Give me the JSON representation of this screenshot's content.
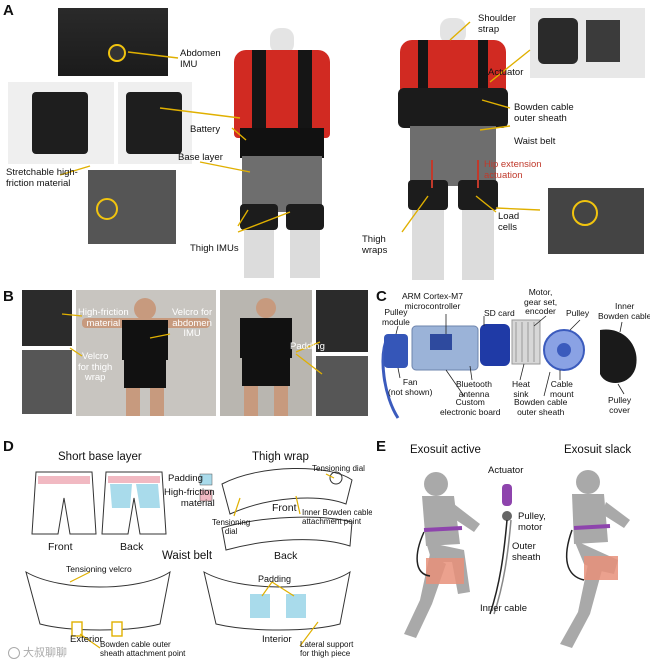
{
  "panel_a": {
    "letter": "A",
    "labels": {
      "abdomen_imu": "Abdomen\nIMU",
      "battery": "Battery",
      "base_layer": "Base layer",
      "stretch": "Stretchable high-\nfriction material",
      "thigh_imus": "Thigh IMUs",
      "shoulder_strap": "Shoulder\nstrap",
      "actuator": "Actuator",
      "bowden_outer": "Bowden cable\nouter sheath",
      "waist_belt": "Waist belt",
      "hip_ext": "Hip extension\nactuation",
      "load_cells": "Load\ncells",
      "thigh_wraps": "Thigh\nwraps"
    }
  },
  "panel_b": {
    "letter": "B",
    "labels": {
      "high_friction": "High-friction\nmaterial",
      "velcro_abdomen": "Velcro for\nabdomen\nIMU",
      "velcro_thigh": "Velcro\nfor thigh\nwrap",
      "padding": "Padding"
    }
  },
  "panel_c": {
    "letter": "C",
    "labels": {
      "arm": "ARM Cortex-M7\nmicrocontroller",
      "sd": "SD card",
      "motor": "Motor,\ngear set,\nencoder",
      "pulley": "Pulley",
      "inner_bowden": "Inner\nBowden cable",
      "pulley_module": "Pulley\nmodule",
      "fan": "Fan\n(not shown)",
      "bluetooth": "Bluetooth\nantenna",
      "heat_sink": "Heat\nsink",
      "cable_mount": "Cable\nmount",
      "custom_board": "Custom\nelectronic board",
      "bowden_outer": "Bowden cable\nouter sheath",
      "pulley_cover": "Pulley\ncover"
    }
  },
  "panel_d": {
    "letter": "D",
    "short_title": "Short base layer",
    "thigh_title": "Thigh wrap",
    "waist_title": "Waist belt",
    "legend_padding": "Padding",
    "legend_hf": "High-friction\nmaterial",
    "front": "Front",
    "back": "Back",
    "tw_front": "Front",
    "tw_back": "Back",
    "tensioning_dial_1": "Tensioning dial",
    "tensioning_dial_2": "Tensioning\ndial",
    "inner_bowden_attach": "Inner Bowden cable\nattachment point",
    "tensioning_velcro": "Tensioning velcro",
    "padding_label": "Padding",
    "exterior": "Exterior",
    "interior": "Interior",
    "bowden_outer_attach": "Bowden cable outer\nsheath attachment point",
    "lateral_support": "Lateral support\nfor thigh piece",
    "colors": {
      "padding": "#a9dbeb",
      "high_friction": "#f1b9c2"
    }
  },
  "panel_e": {
    "letter": "E",
    "active_title": "Exosuit active",
    "slack_title": "Exosuit slack",
    "actuator": "Actuator",
    "pulley_motor": "Pulley,\nmotor",
    "outer_sheath": "Outer\nsheath",
    "inner_cable": "Inner cable",
    "colors": {
      "purple": "#8e44ad",
      "orange": "#e8917a"
    }
  },
  "watermark": "大叔聊聊"
}
